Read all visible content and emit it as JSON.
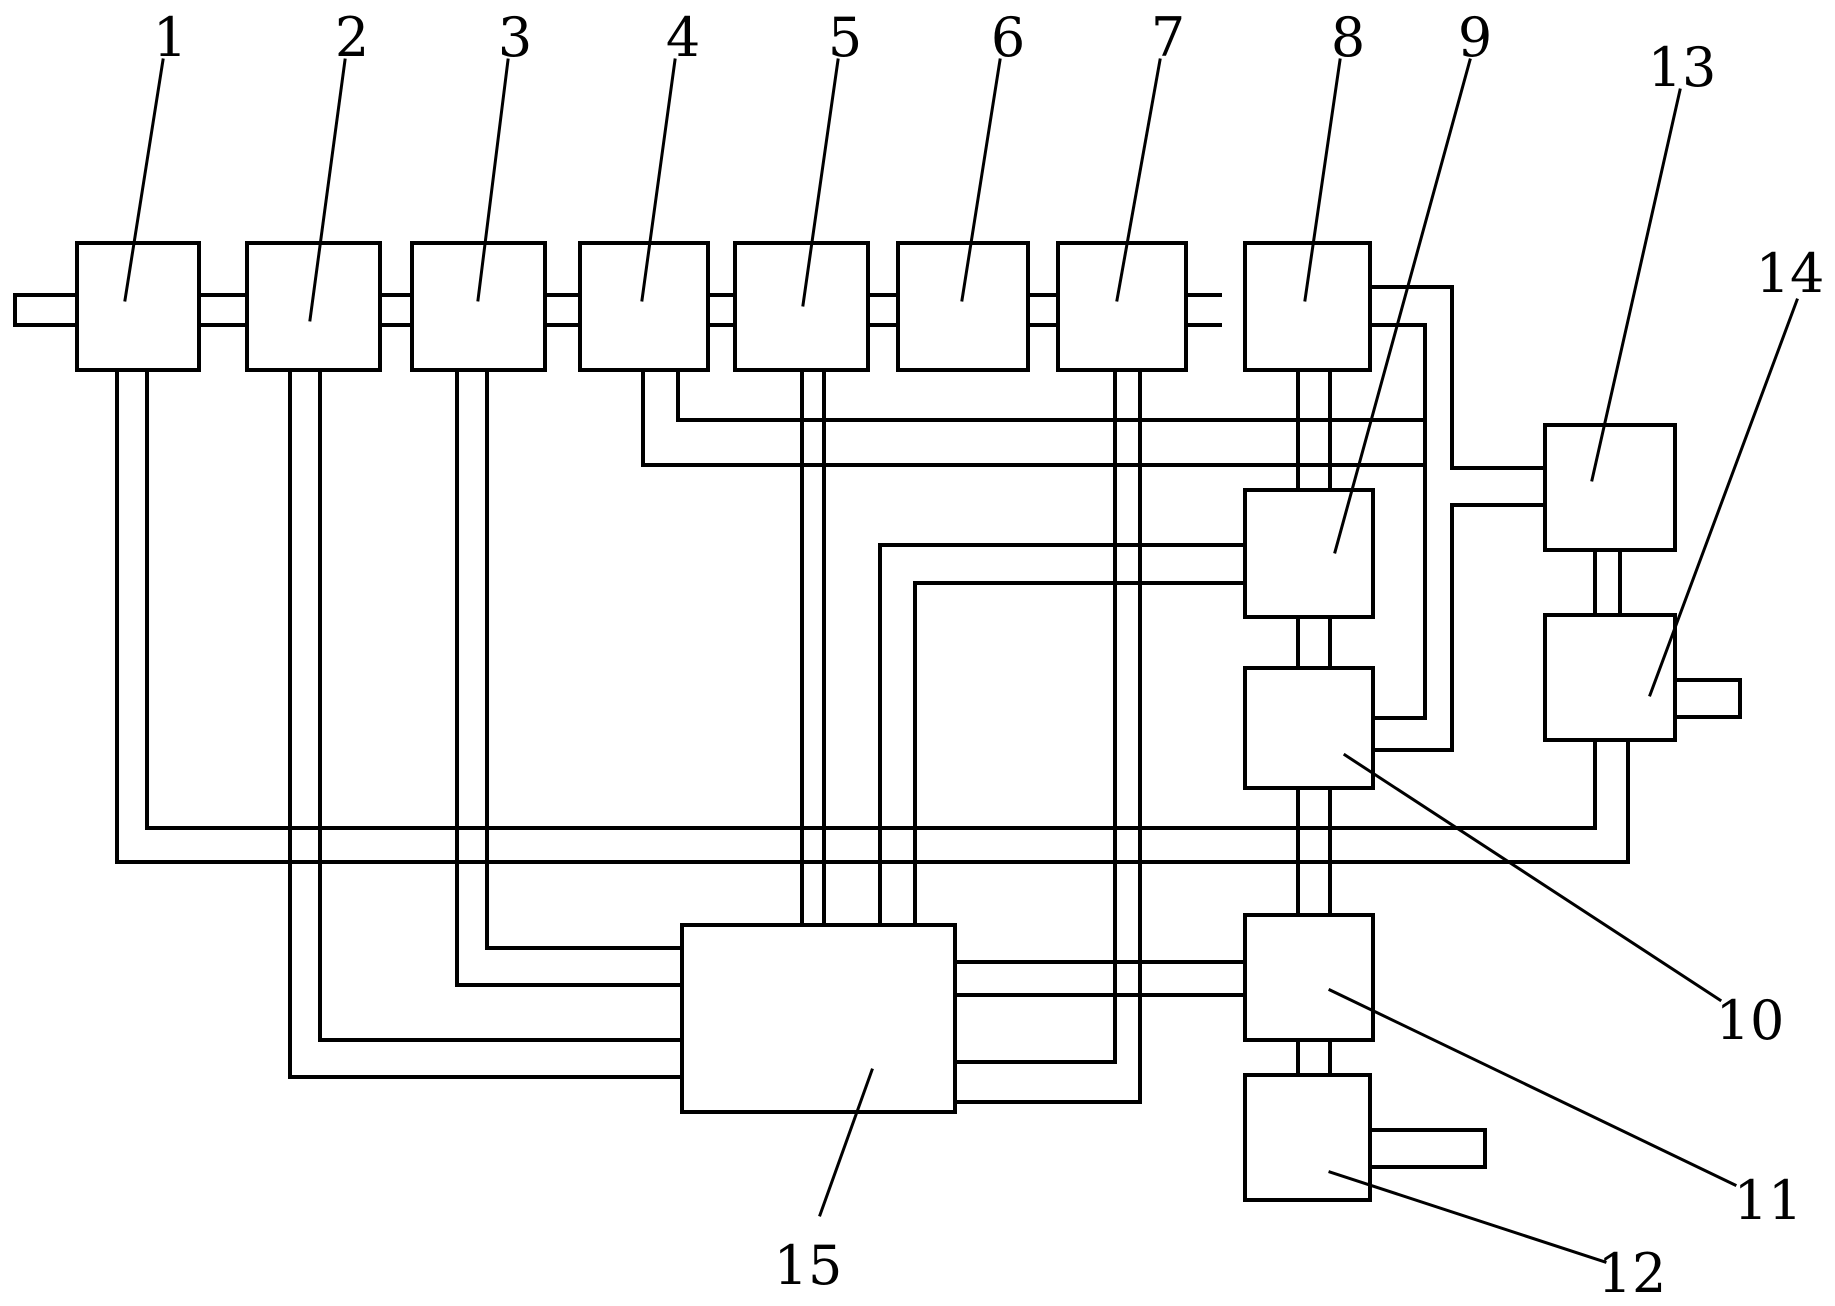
{
  "diagram": {
    "labels": {
      "b1": "1",
      "b2": "2",
      "b3": "3",
      "b4": "4",
      "b5": "5",
      "b6": "6",
      "b7": "7",
      "b8": "8",
      "b9": "9",
      "b10": "10",
      "b11": "11",
      "b12": "12",
      "b13": "13",
      "b14": "14",
      "b15": "15"
    }
  }
}
